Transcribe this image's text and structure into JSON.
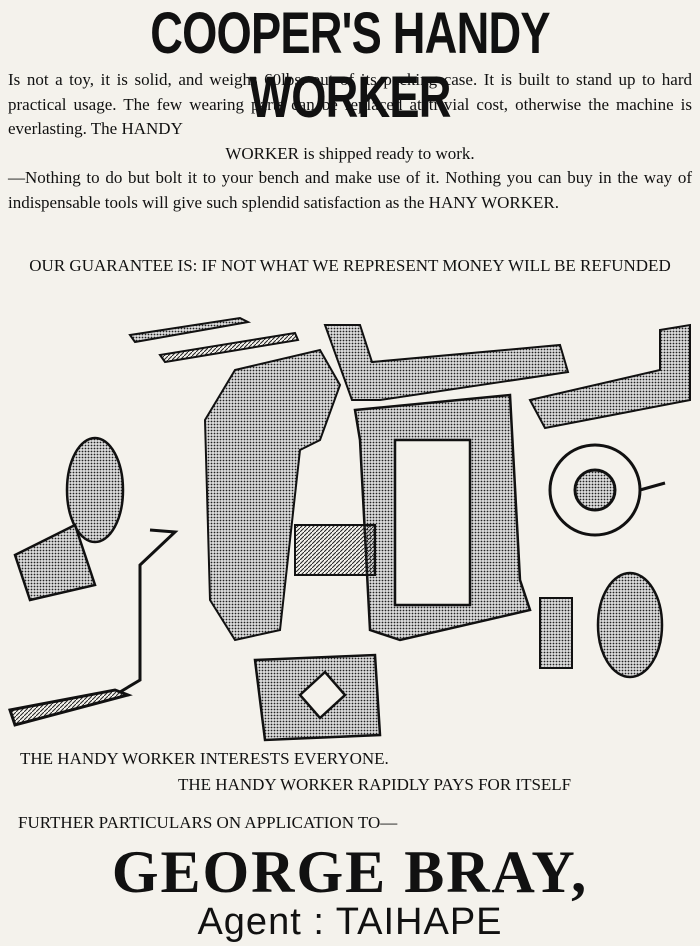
{
  "headline": "COOPER'S HANDY WORKER",
  "body": {
    "line1": "Is not a toy, it is solid, and weighs 60lbs. out of its packing case. It is built to stand up to hard practical usage. The few wearing parts can be replaced at trivial cost, otherwise the machine is everlasting. The HANDY",
    "line2": "WORKER is shipped ready to work.",
    "line3": "—Nothing to do but bolt it to your bench and make use of it. Nothing you can buy in the way of indispensable tools will give such splendid satisfaction as the HANY WORKER."
  },
  "guarantee": "OUR GUARANTEE IS: IF NOT WHAT WE REPRESENT MONEY WILL BE REFUNDED",
  "taglines": {
    "interests": "THE HANDY WORKER INTERESTS EVERYONE.",
    "pays": "THE HANDY WORKER RAPIDLY PAYS FOR ITSELF",
    "particulars": "FURTHER PARTICULARS ON APPLICATION TO—"
  },
  "agent": {
    "name": "GEORGE BRAY,",
    "place": "Agent : TAIHAPE"
  }
}
